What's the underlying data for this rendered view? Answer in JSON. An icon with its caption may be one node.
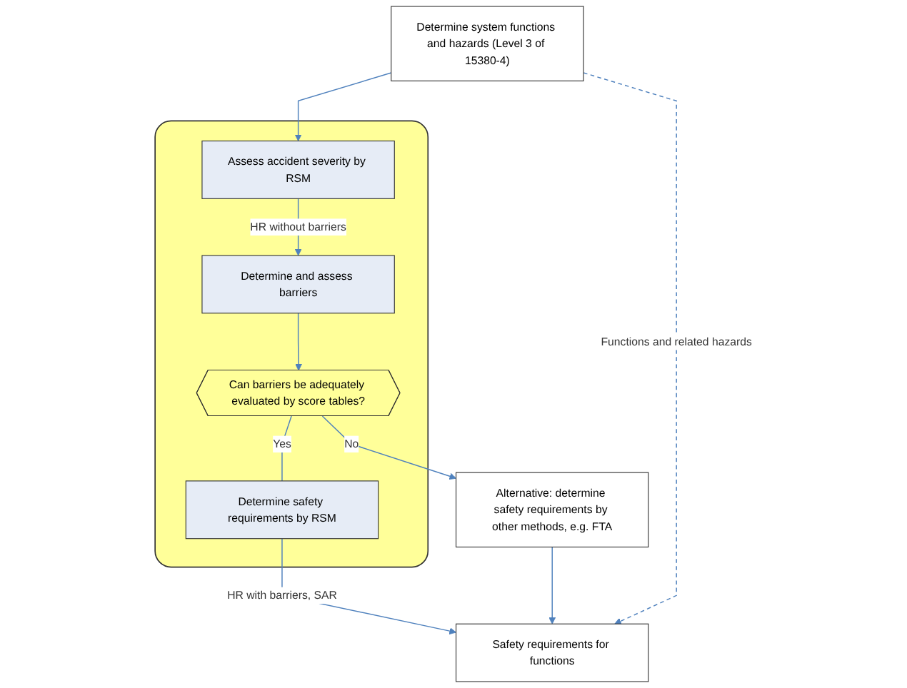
{
  "diagram": {
    "nodes": [
      {
        "text": [
          "Determine system functions and hazards (Level 3 of 15380-4)"
        ]
      },
      {
        "text": [],
        "shape": "box"
      },
      {
        "text": [
          "Assess accident severity by RSM"
        ],
        "in": 1
      },
      {
        "text": [
          "Determine and assess barriers"
        ],
        "in": 1
      },
      {
        "text": [
          "Can barriers be adequately evaluated by score tables?"
        ],
        "in": 1
      },
      {
        "text": [
          "Determine safety requirements by RSM"
        ],
        "in": 1
      },
      {
        "text": [
          "Alternative: determine safety requirements by other methods, e.g. FTA"
        ]
      },
      {
        "text": [
          "Safety requirements for functions"
        ]
      }
    ],
    "edges": [
      {
        "from": 0,
        "to": 2,
        "arrow": "to"
      },
      {
        "from": 2,
        "to": 3,
        "arrow": "to",
        "label": "HR without barriers"
      },
      {
        "from": 3,
        "to": 4,
        "arrow": "to"
      },
      {
        "from": 4,
        "to": 6,
        "arrow": "to",
        "label": "No"
      },
      {
        "from": 4,
        "to": 5,
        "arrow": "none",
        "label": "Yes"
      },
      {
        "from": 5,
        "to": 7,
        "arrow": "to",
        "label": "HR with barriers, SAR"
      },
      {
        "from": 6,
        "to": 7,
        "arrow": "to"
      },
      {
        "from": 0,
        "to": 7,
        "arrow": "to",
        "style": "dashed",
        "label": "Functions and related hazards"
      }
    ]
  }
}
